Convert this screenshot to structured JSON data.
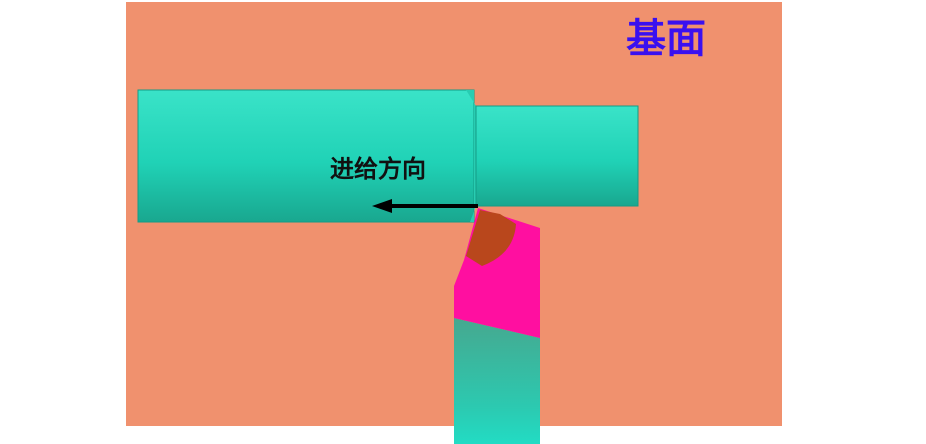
{
  "diagram": {
    "base_plane_label": "基面",
    "feed_direction_label": "进给方向"
  },
  "colors": {
    "base_plane": "#F0916E",
    "workpiece_main": "#1FD4B9",
    "workpiece_shadow": "#1AAE96",
    "tool_tip": "#B9471C",
    "tool_insert": "#FF0FA0",
    "tool_shank": "#3FB49A",
    "tool_shank_lower": "#24D9C2",
    "arrow": "#000000",
    "title_text": "#3A10F0",
    "feed_text": "#111111"
  },
  "icons": {
    "feed_arrow": "left-arrow"
  }
}
